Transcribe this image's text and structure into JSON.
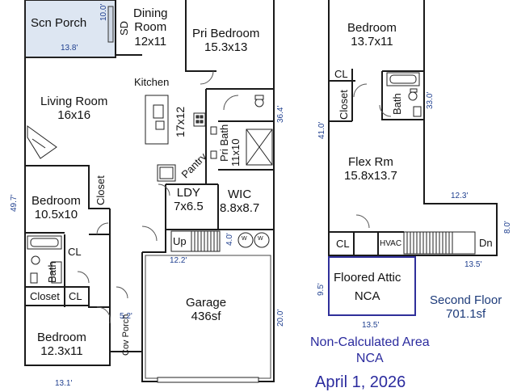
{
  "rooms": {
    "scn_porch": "Scn Porch",
    "dining": [
      "Dining",
      "Room",
      "12x11"
    ],
    "pri_bedroom": [
      "Pri Bedroom",
      "15.3x13"
    ],
    "kitchen": "Kitchen",
    "kitchen_dim": "17x12",
    "living": [
      "Living Room",
      "16x16"
    ],
    "pri_bath": [
      "Pri Bath",
      "11x10"
    ],
    "pantry": "Pantry",
    "ldy": [
      "LDY",
      "7x6.5"
    ],
    "wic": [
      "WIC",
      "8.8x8.7"
    ],
    "bedroom_mid": [
      "Bedroom",
      "10.5x10"
    ],
    "closet_mid": "Closet",
    "cl_mid": "CL",
    "bath_mid": "Bath",
    "closet_low": "Closet",
    "cl_low": "CL",
    "garage": [
      "Garage",
      "436sf"
    ],
    "up": "Up",
    "cov_porch": "Cov Porch",
    "bedroom_low": [
      "Bedroom",
      "12.3x11"
    ],
    "sd": "SD",
    "washer": "W",
    "dryer": "W"
  },
  "second": {
    "bedroom": [
      "Bedroom",
      "13.7x11"
    ],
    "cl_top": "CL",
    "closet": "Closet",
    "bath": "Bath",
    "flex": [
      "Flex Rm",
      "15.8x13.7"
    ],
    "cl_bottom": "CL",
    "hvac": "HVAC",
    "dn": "Dn",
    "floored_attic": [
      "Floored Attic",
      "NCA"
    ],
    "floor_label": [
      "Second Floor",
      "701.1sf"
    ]
  },
  "dimensions": {
    "porch_w": "13.8'",
    "porch_h": "10.0'",
    "left_total": "49.7'",
    "right_upper": "36.4'",
    "stairs_w": "12.2'",
    "stairs_h": "4.0'",
    "cov_porch_w": "5.2'",
    "garage_h": "20.0'",
    "bottom_w": "13.1'",
    "sf_left": "41.0'",
    "sf_right": "33.0'",
    "sf_step": "12.3'",
    "sf_right_small": "8.0'",
    "sf_bottom": "13.5'",
    "attic_h": "9.5'",
    "attic_w": "13.5'"
  },
  "legend": {
    "nca_title": "Non-Calculated Area",
    "nca_abbr": "NCA",
    "date": "April 1, 2026"
  },
  "colors": {
    "wall": "#1a1a1a",
    "dim_blue": "#1f3f8f",
    "porch_fill": "#dde6f2",
    "attic_border": "#2f2f9a"
  }
}
